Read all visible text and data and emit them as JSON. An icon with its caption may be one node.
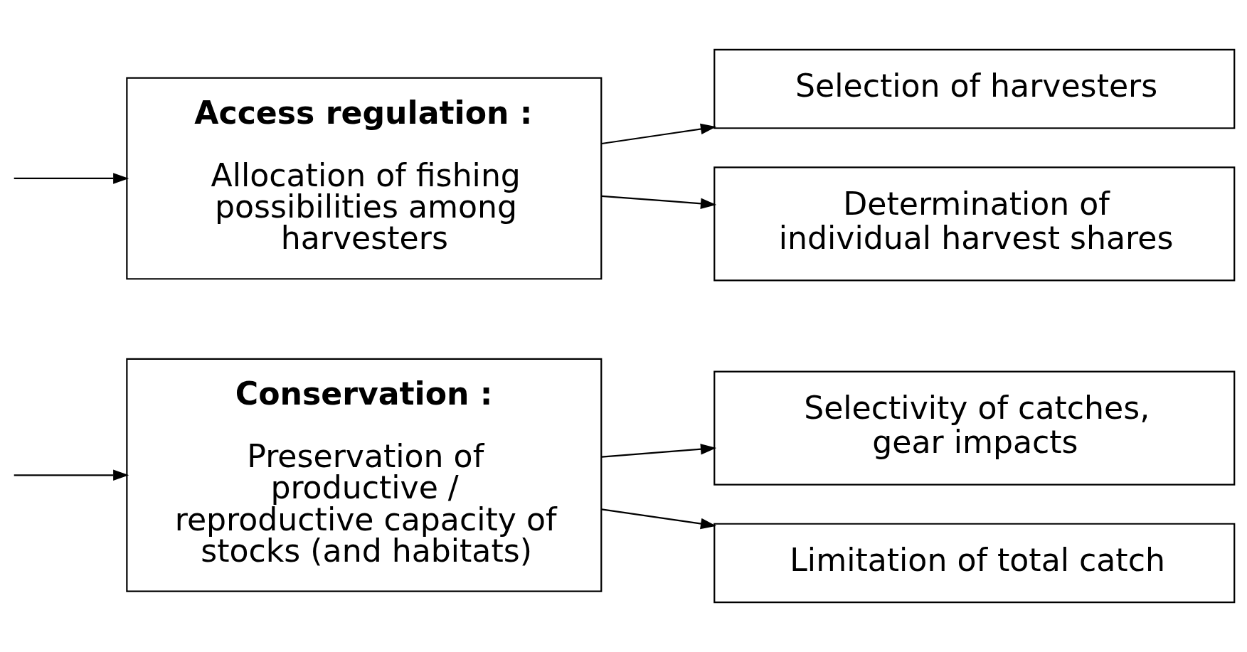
{
  "diagram": {
    "nodes": [
      {
        "text": [
          "Conservation :",
          "Preservation of productive / reproductive capacity of stocks (and habitats)"
        ]
      },
      {
        "text": [
          "Selectivity of catches, gear impacts"
        ]
      },
      {
        "text": [
          "Limitation of total catch"
        ]
      },
      {
        "text": [
          "Access regulation :",
          "Allocation of fishing possibilities among harvesters"
        ]
      },
      {
        "text": [
          "Selection of harvesters"
        ]
      },
      {
        "text": [
          "Determination of individual harvest shares"
        ]
      }
    ],
    "edges": [
      {
        "from": null,
        "to": 0,
        "arrow": "to"
      },
      {
        "from": null,
        "to": 3,
        "arrow": "to"
      },
      {
        "from": 0,
        "to": 1,
        "arrow": "to"
      },
      {
        "from": 0,
        "to": 2,
        "arrow": "to"
      },
      {
        "from": 3,
        "to": 4,
        "arrow": "to"
      },
      {
        "from": 3,
        "to": 5,
        "arrow": "to"
      }
    ]
  }
}
